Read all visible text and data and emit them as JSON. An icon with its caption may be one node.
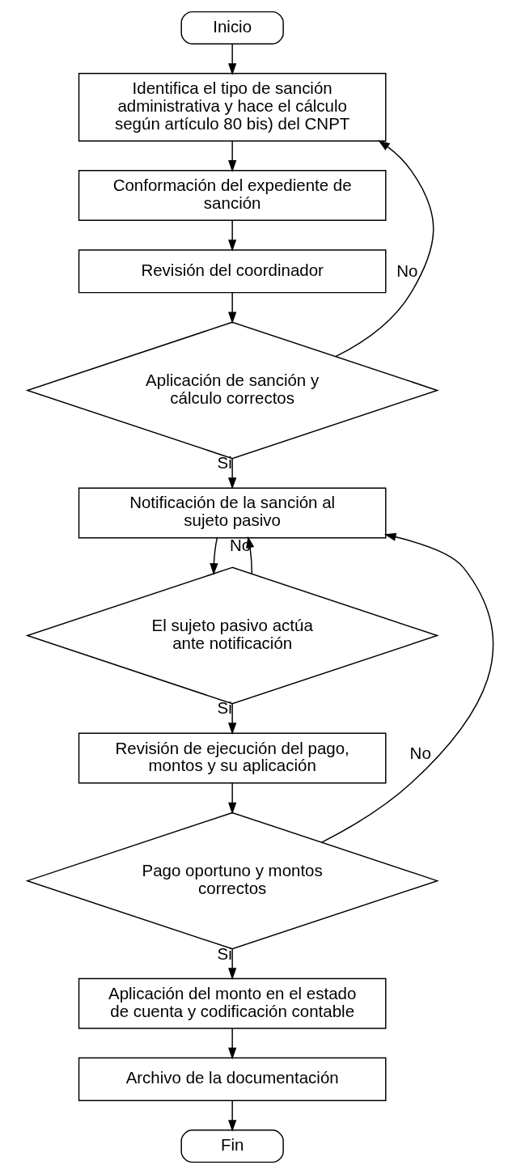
{
  "diagram": {
    "nodes": [
      {
        "text": [
          "Inicio"
        ]
      },
      {
        "text": [
          "Identifica el tipo de sanción administrativa y hace el cálculo según artículo 80 bis) del CNPT"
        ]
      },
      {
        "text": [
          "Conformación del expediente de sanción"
        ]
      },
      {
        "text": [
          "Revisión del coordinador"
        ]
      },
      {
        "text": [
          "Aplicación de sanción y cálculo correctos"
        ]
      },
      {
        "text": [
          "Notificación de la sanción al sujeto pasivo"
        ]
      },
      {
        "text": [
          "El sujeto pasivo actúa ante notificación"
        ]
      },
      {
        "text": [
          "Revisión de ejecución del pago, montos y su aplicación"
        ]
      },
      {
        "text": [
          "Pago oportuno y montos correctos"
        ]
      },
      {
        "text": [
          "Aplicación del monto en el estado de cuenta y codificación contable"
        ]
      },
      {
        "text": [
          "Archivo de la documentación"
        ]
      },
      {
        "text": [
          "Fin"
        ]
      }
    ],
    "edges": [
      {
        "from": 0,
        "to": 1,
        "arrow": "to"
      },
      {
        "from": 1,
        "to": 2,
        "arrow": "to"
      },
      {
        "from": 2,
        "to": 3,
        "arrow": "to"
      },
      {
        "from": 3,
        "to": 4,
        "arrow": "to"
      },
      {
        "from": 4,
        "to": 1,
        "arrow": "to",
        "label": "No"
      },
      {
        "from": 4,
        "to": 5,
        "arrow": "to",
        "label": "Si"
      },
      {
        "from": 5,
        "to": 6,
        "arrow": "to"
      },
      {
        "from": 6,
        "to": 5,
        "arrow": "to",
        "label": "No"
      },
      {
        "from": 6,
        "to": 7,
        "arrow": "to",
        "label": "Si"
      },
      {
        "from": 7,
        "to": 8,
        "arrow": "to"
      },
      {
        "from": 8,
        "to": 5,
        "arrow": "to",
        "label": "No"
      },
      {
        "from": 8,
        "to": 9,
        "arrow": "to",
        "label": "Si"
      },
      {
        "from": 9,
        "to": 10,
        "arrow": "to"
      },
      {
        "from": 10,
        "to": 11,
        "arrow": "to"
      }
    ]
  }
}
